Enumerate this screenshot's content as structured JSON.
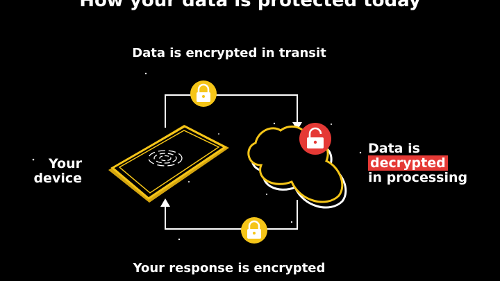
{
  "title": "How your data is protected today",
  "labels": {
    "transit": "Data is encrypted in transit",
    "response": "Your response is encrypted",
    "device_line1": "Your",
    "device_line2": "device",
    "processing_line1": "Data is",
    "processing_highlight": "decrypted",
    "processing_line3": "in processing"
  },
  "icons": {
    "top_lock": "lock-closed-icon",
    "bottom_lock": "lock-closed-icon",
    "cloud_lock": "lock-open-icon",
    "device": "phone-icon",
    "cloud": "cloud-icon"
  },
  "colors": {
    "background": "#000000",
    "accent_yellow": "#f5c518",
    "alert_red": "#e53935",
    "text": "#ffffff"
  }
}
